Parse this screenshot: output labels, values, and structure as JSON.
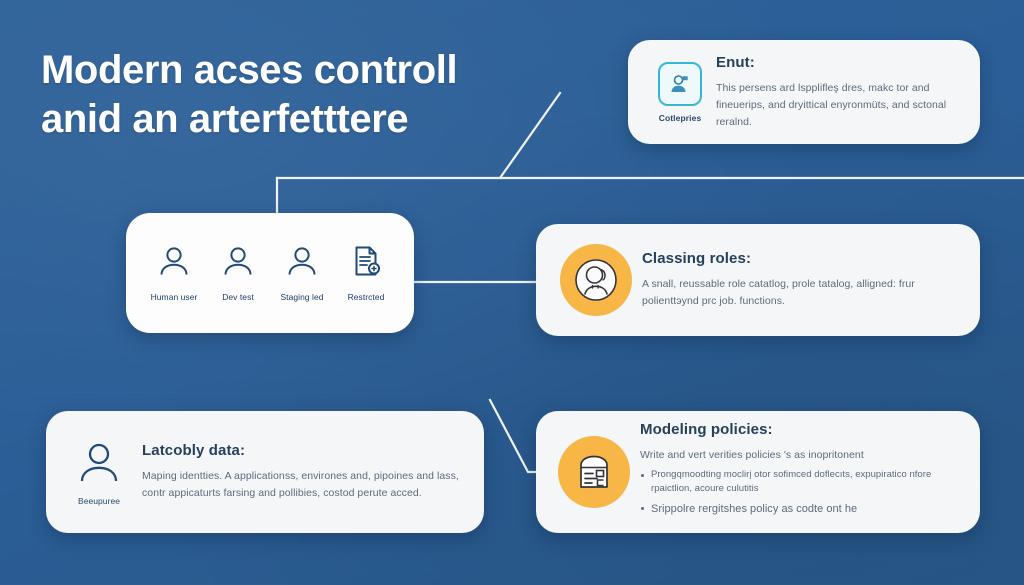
{
  "title": {
    "line1": "Modern acses controll",
    "line2": "anid an arterfetttere"
  },
  "colors": {
    "background": "#2a5e97",
    "card": "#f4f6f8",
    "accent_orange": "#f7b645",
    "accent_cyan": "#37b6d3",
    "heading": "#26405e",
    "body_text": "#5d6b7d",
    "connector": "#ffffff"
  },
  "cards": {
    "entity": {
      "heading": "Enut:",
      "body": "This persens ard lspplifleş dres, makc tor and fineuerips, and dryittical enyronmüts, and sctonal reralnd.",
      "icon_name": "person-badge-icon",
      "icon_caption": "Cotlepries"
    },
    "personas": {
      "items": [
        {
          "icon_name": "person-icon",
          "label": "Human user"
        },
        {
          "icon_name": "person-icon",
          "label": "Dev test"
        },
        {
          "icon_name": "person-icon",
          "label": "Staging led"
        },
        {
          "icon_name": "document-restricted-icon",
          "label": "Restrcted"
        }
      ]
    },
    "roles": {
      "heading": "Classing roles:",
      "body": "A snall, reussable role catatlog, prole tatalog, alligned: frur polienttэynd prc job. functions.",
      "icon_name": "person-circle-icon"
    },
    "data": {
      "heading": "Latcobly data:",
      "body": "Maping identties. A applicationss, environes and, pipoines and lass, contr appicaturts farsing and pollibies, costod perute acced.",
      "icon_name": "person-icon",
      "icon_caption": "Beeupuree"
    },
    "policies": {
      "heading": "Modeling policies:",
      "lead": "Write and vert verities policies 's as inopritonent",
      "bullets": [
        "Prongqmoodting moclirį otor sofimced doflecıts, expupiratico nfore rpaictlion, acoure culutitis",
        "Srippolre rergitshes policy as codte ont he"
      ],
      "icon_name": "policy-card-icon"
    }
  }
}
